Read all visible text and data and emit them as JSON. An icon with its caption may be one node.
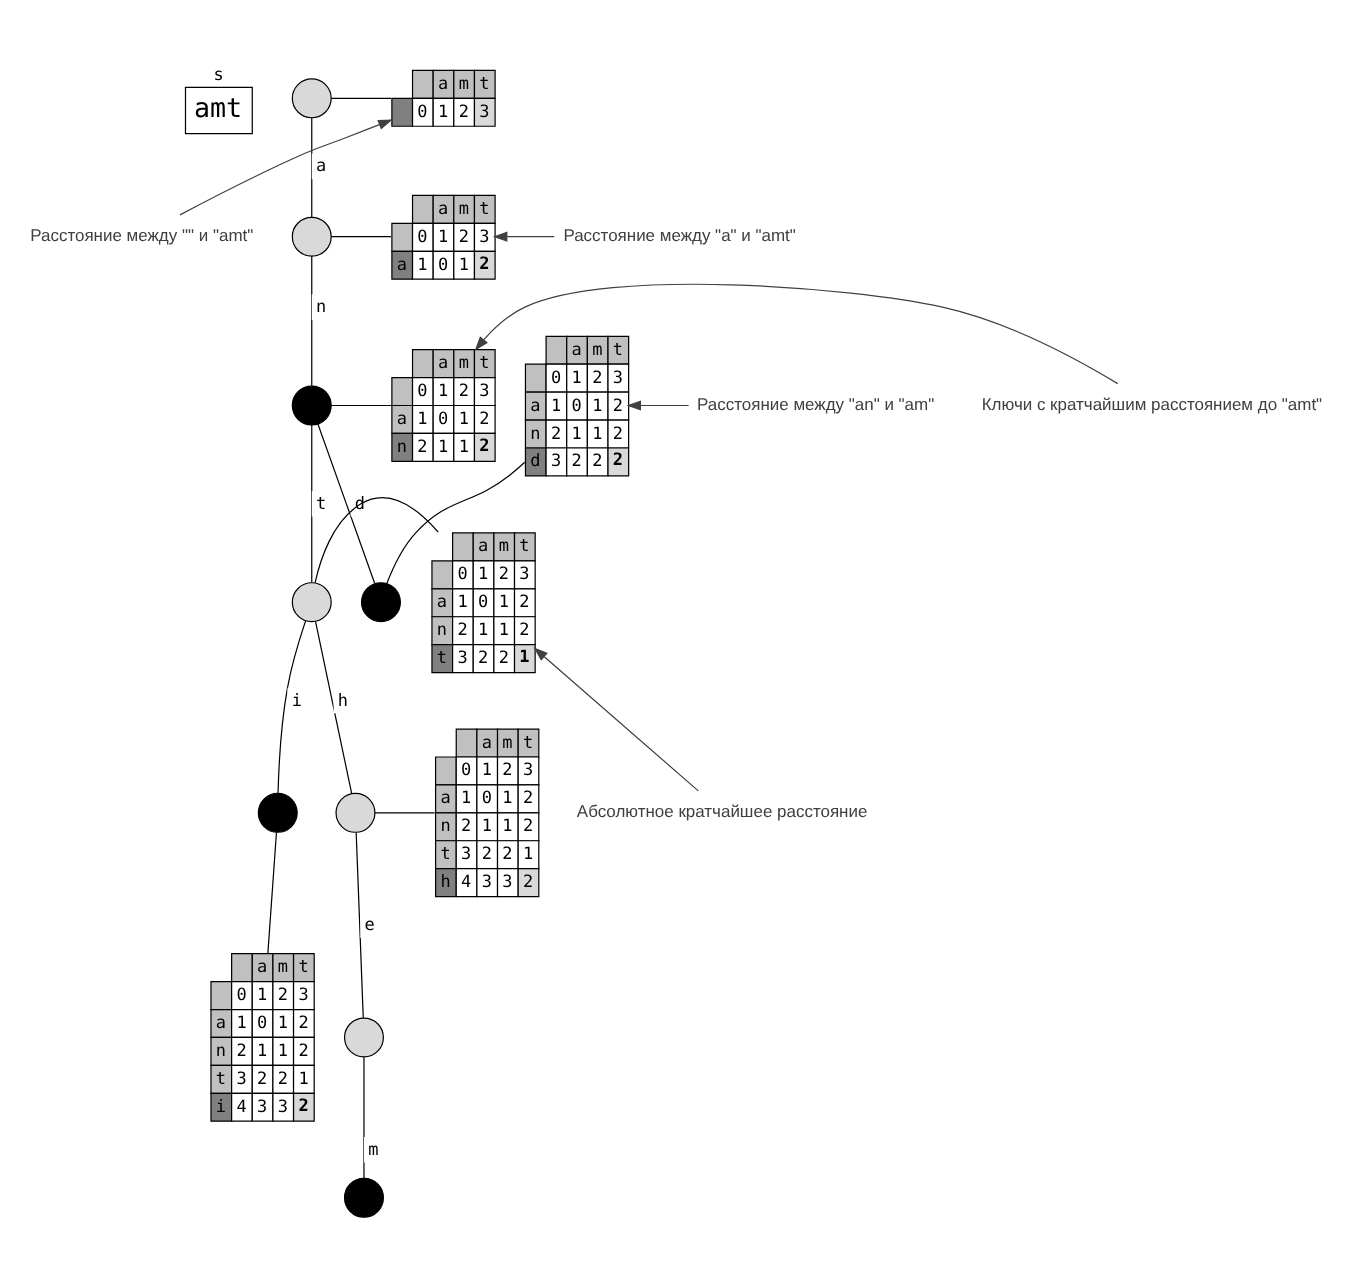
{
  "diagram": {
    "nodes": [
      {
        "text": [
          "s",
          "amt"
        ]
      },
      {
        "text": [
          "a",
          "m",
          "t",
          "0",
          "1",
          "2",
          "3"
        ]
      },
      {
        "text": [],
        "shape": "circle"
      },
      {
        "text": [
          "Расстояние между \"a\" и \"amt\""
        ]
      },
      {
        "text": [
          "a",
          "m",
          "t",
          "0",
          "1",
          "2",
          "3",
          "a",
          "1",
          "0",
          "1",
          "2"
        ]
      },
      {
        "text": [
          "Расстояние между \"\" и \"amt\""
        ]
      },
      {
        "text": [
          "Расстояние между \"an\" и \"am\""
        ]
      },
      {
        "text": [],
        "shape": "circle"
      },
      {
        "text": [
          "a",
          "m",
          "t",
          "0",
          "1",
          "2",
          "3",
          "a",
          "1",
          "0",
          "1",
          "2",
          "n",
          "2",
          "1",
          "1",
          "2",
          "d",
          "3",
          "2",
          "2",
          "2"
        ]
      },
      {
        "text": [
          "a",
          "m",
          "t",
          "0",
          "1",
          "2",
          "3",
          "a",
          "1",
          "0",
          "1",
          "2",
          "n",
          "2",
          "1",
          "1",
          "2"
        ]
      },
      {
        "text": [
          "Ключи с кратчайшим расстоянием до \"amt\""
        ]
      },
      {
        "text": [],
        "shape": "circle"
      },
      {
        "text": [],
        "shape": "circle"
      },
      {
        "text": [],
        "shape": "circle"
      },
      {
        "text": [
          "a",
          "m",
          "t",
          "0",
          "1",
          "2",
          "3",
          "a",
          "1",
          "0",
          "1",
          "2",
          "n",
          "2",
          "1",
          "1",
          "2",
          "t",
          "3",
          "2",
          "2",
          "1"
        ]
      },
      {
        "text": [],
        "shape": "circle"
      },
      {
        "text": [],
        "shape": "circle"
      },
      {
        "text": [
          "a",
          "m",
          "t",
          "0",
          "1",
          "2",
          "3",
          "a",
          "1",
          "0",
          "1",
          "2",
          "n",
          "2",
          "1",
          "1",
          "2",
          "t",
          "3",
          "2",
          "2",
          "1",
          "h",
          "4",
          "3",
          "3",
          "2"
        ]
      },
      {
        "text": [
          "Абсолютное кратчайшее расстояние"
        ]
      },
      {
        "text": [
          "a",
          "m",
          "t",
          "0",
          "1",
          "2",
          "3",
          "a",
          "1",
          "0",
          "1",
          "2",
          "n",
          "2",
          "1",
          "1",
          "2",
          "t",
          "3",
          "2",
          "2",
          "1",
          "i",
          "4",
          "3",
          "3",
          "2"
        ]
      },
      {
        "text": [],
        "shape": "circle"
      },
      {
        "text": [],
        "shape": "circle"
      }
    ],
    "edges": [
      {
        "from": 2,
        "to": 7,
        "arrow": "none",
        "label": "a"
      },
      {
        "from": 7,
        "to": 11,
        "arrow": "none",
        "label": "n"
      },
      {
        "from": 11,
        "to": 12,
        "arrow": "none",
        "label": "d"
      },
      {
        "from": 11,
        "to": 13,
        "arrow": "none",
        "label": "t"
      },
      {
        "from": 13,
        "to": 15,
        "arrow": "none",
        "label": "h"
      },
      {
        "from": 13,
        "to": 16,
        "arrow": "none",
        "label": "i"
      },
      {
        "from": 15,
        "to": 20,
        "arrow": "none",
        "label": "e"
      },
      {
        "from": 20,
        "to": 21,
        "arrow": "none",
        "label": "m"
      },
      {
        "from": 2,
        "to": 1,
        "arrow": "none"
      },
      {
        "from": 7,
        "to": 4,
        "arrow": "none"
      },
      {
        "from": 11,
        "to": 9,
        "arrow": "none"
      },
      {
        "from": 12,
        "to": 8,
        "arrow": "none"
      },
      {
        "from": 13,
        "to": 14,
        "arrow": "none"
      },
      {
        "from": 15,
        "to": 17,
        "arrow": "none"
      },
      {
        "from": 16,
        "to": 19,
        "arrow": "none"
      },
      {
        "from": 5,
        "to": 1,
        "arrow": "to"
      },
      {
        "from": 3,
        "to": 4,
        "arrow": "to"
      },
      {
        "from": 6,
        "to": 8,
        "arrow": "to"
      },
      {
        "from": 10,
        "to": 9,
        "arrow": "to"
      },
      {
        "from": 18,
        "to": 14,
        "arrow": "to"
      }
    ]
  }
}
